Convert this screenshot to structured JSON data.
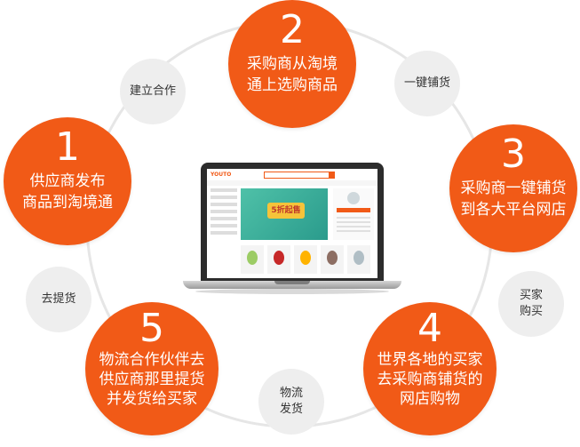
{
  "steps": [
    {
      "num": "1",
      "line1": "供应商发布",
      "line2": "商品到淘境通"
    },
    {
      "num": "2",
      "line1": "采购商从淘境",
      "line2": "通上选购商品"
    },
    {
      "num": "3",
      "line1": "采购商一键铺货",
      "line2": "到各大平台网店"
    },
    {
      "num": "4",
      "line1": "世界各地的买家",
      "line2": "去采购商铺货的",
      "line3": "网店购物"
    },
    {
      "num": "5",
      "line1": "物流合作伙伴去",
      "line2": "供应商那里提货",
      "line3": "并发货给买家"
    }
  ],
  "links": [
    {
      "line1": "建立合作"
    },
    {
      "line1": "一键铺货"
    },
    {
      "line1": "买家",
      "line2": "购买"
    },
    {
      "line1": "物流",
      "line2": "发货"
    },
    {
      "line1": "去提货"
    }
  ],
  "laptop": {
    "logo": "YOUTO",
    "banner_text": "5折起售"
  },
  "colors": {
    "accent": "#f15a17",
    "node_gray": "#eeeeee",
    "ring": "#e6e6e6"
  }
}
